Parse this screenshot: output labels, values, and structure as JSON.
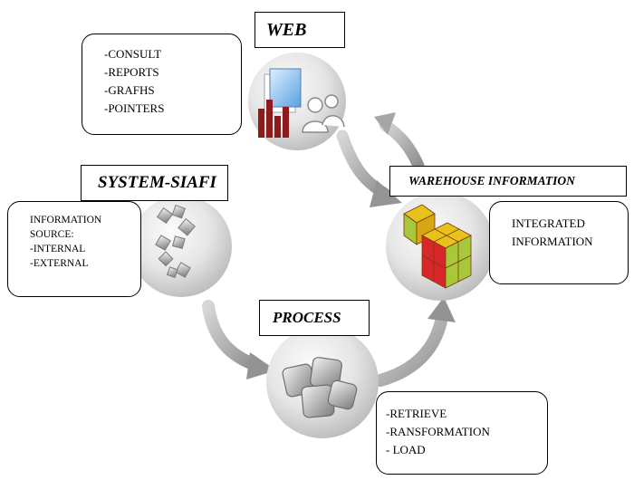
{
  "web": {
    "title": "WEB",
    "items": [
      "-CONSULT",
      "-REPORTS",
      "-GRAFHS",
      "-POINTERS"
    ]
  },
  "system": {
    "title": "SYSTEM-SIAFI",
    "items": [
      "INFORMATION",
      "SOURCE:",
      "-INTERNAL",
      "-EXTERNAL"
    ]
  },
  "warehouse": {
    "title": "WAREHOUSE INFORMATION",
    "items": [
      "INTEGRATED",
      "INFORMATION"
    ]
  },
  "process": {
    "title": "PROCESS",
    "items": [
      "-RETRIEVE",
      "-RANSFORMATION",
      "- LOAD"
    ]
  },
  "colors": {
    "sphere_light": "#f4f4f4",
    "sphere_dark": "#bdbdbd",
    "arrow": "#9a9a9a",
    "chart_red": "#8e1b1b",
    "cube_red": "#d8262a",
    "cube_yellow": "#e8c21a",
    "cube_green": "#a8c83a"
  },
  "icons": [
    "web-report-people-icon",
    "scattered-cubes-icon",
    "cube-stack-icon",
    "colored-cube-icon"
  ]
}
